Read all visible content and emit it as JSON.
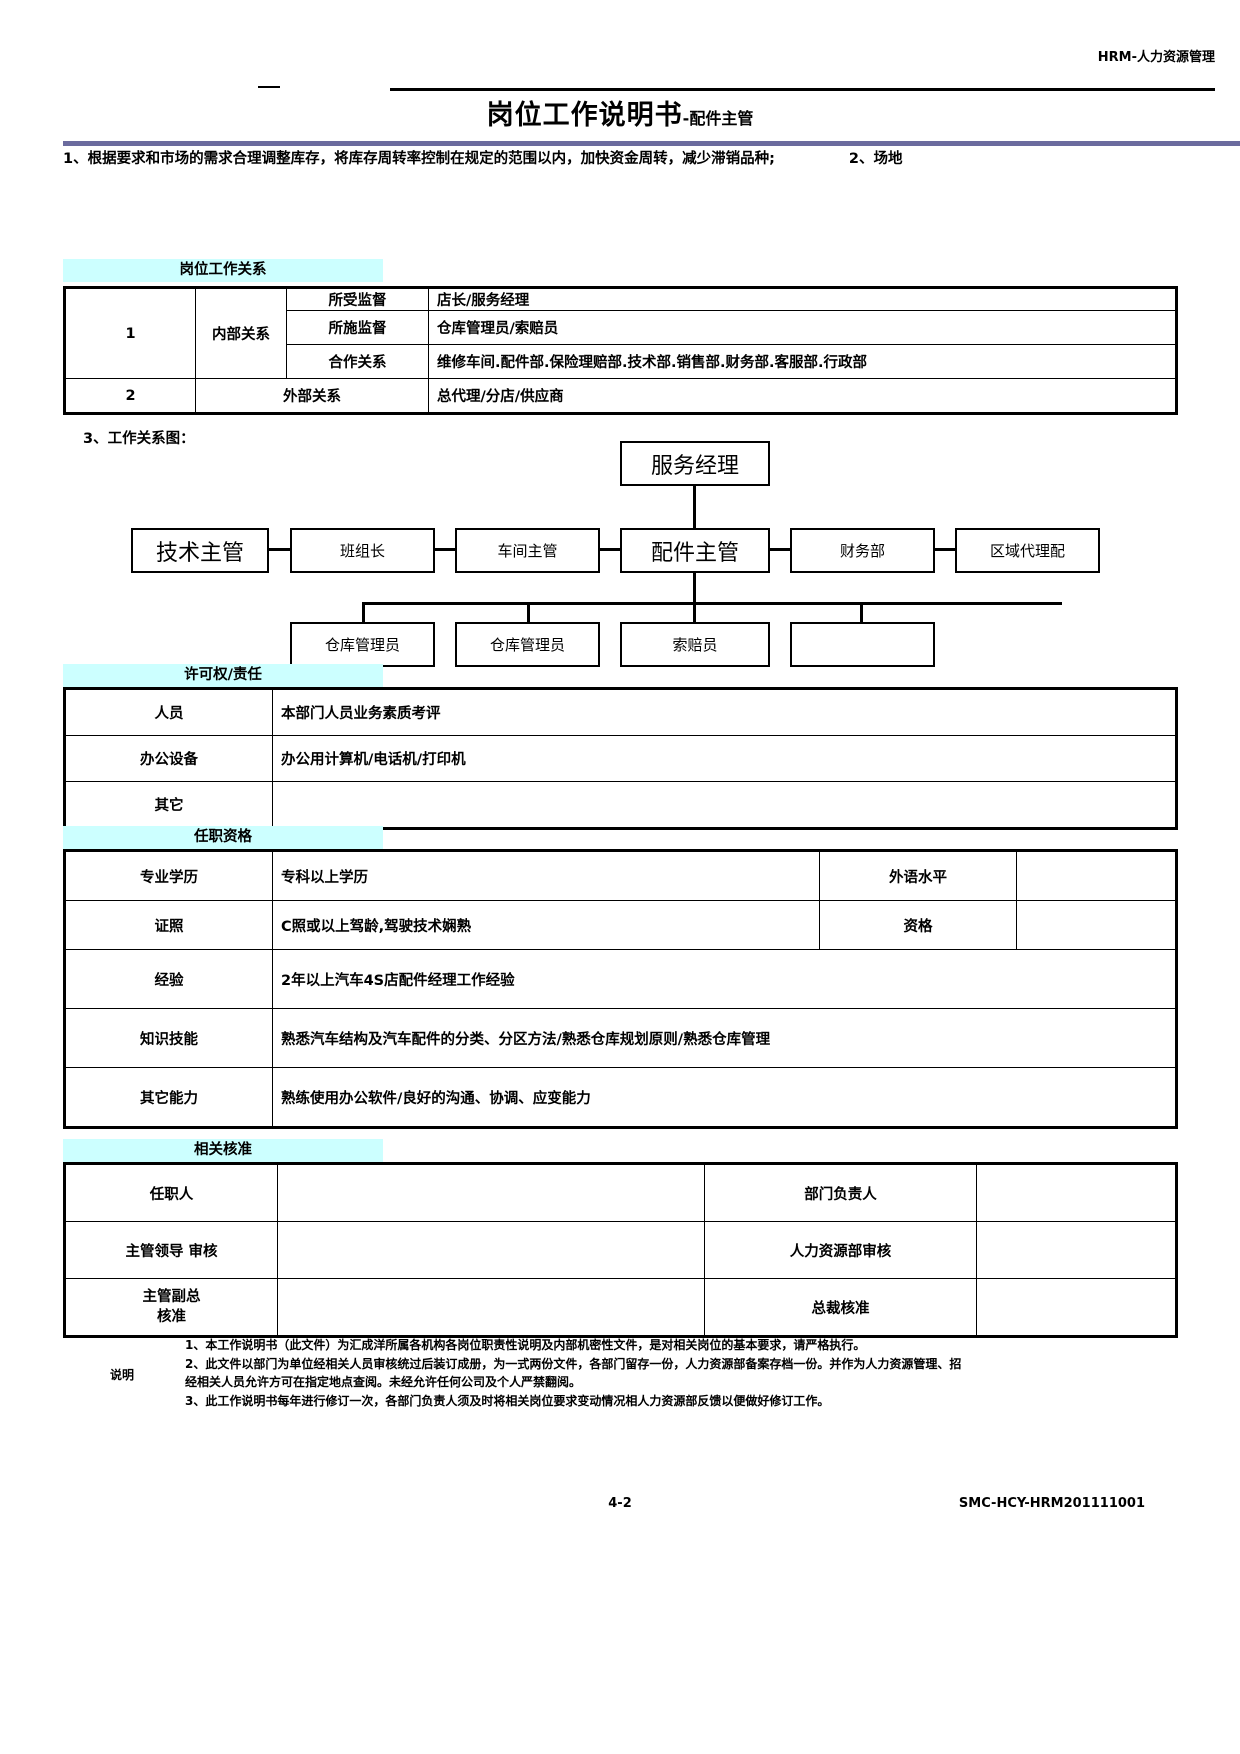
{
  "header": {
    "right_text": "HRM-人力资源管理"
  },
  "title": {
    "main": "岗位工作说明书",
    "suffix": "-配件主管"
  },
  "intro": {
    "item1": "1、根据要求和市场的需求合理调整库存，将库存周转率控制在规定的范围以内，加快资金周转，减少滞销品种;",
    "item2": "2、场地"
  },
  "sections": {
    "relations_caption": "岗位工作关系",
    "permissions_caption": "许可权/责任",
    "qualification_caption": "任职资格",
    "approval_caption": "相关核准",
    "diagram_label": "3、工作关系图："
  },
  "relations": {
    "rows": [
      {
        "no": "1",
        "group": "内部关系",
        "items": [
          {
            "key": "所受监督",
            "value": "店长/服务经理"
          },
          {
            "key": "所施监督",
            "value": "仓库管理员/索赔员"
          },
          {
            "key": "合作关系",
            "value": "维修车间.配件部.保险理赔部.技术部.销售部.财务部.客服部.行政部"
          }
        ]
      },
      {
        "no": "2",
        "group": "外部关系",
        "value": "总代理/分店/供应商"
      }
    ]
  },
  "org_chart": {
    "top": "服务经理",
    "middle": [
      "技术主管",
      "班组长",
      "车间主管",
      "配件主管",
      "财务部",
      "区域代理配"
    ],
    "bottom": [
      "仓库管理员",
      "仓库管理员",
      "索赔员",
      ""
    ]
  },
  "permissions": {
    "rows": [
      {
        "key": "人员",
        "value": "本部门人员业务素质考评"
      },
      {
        "key": "办公设备",
        "value": "办公用计算机/电话机/打印机"
      },
      {
        "key": "其它",
        "value": ""
      }
    ]
  },
  "qualification": {
    "rows": [
      {
        "key": "专业学历",
        "value": "专科以上学历",
        "key2": "外语水平",
        "value2": ""
      },
      {
        "key": "证照",
        "value": "C照或以上驾龄,驾驶技术娴熟",
        "key2": "资格",
        "value2": ""
      },
      {
        "key": "经验",
        "value": "2年以上汽车4S店配件经理工作经验"
      },
      {
        "key": "知识技能",
        "value": "熟悉汽车结构及汽车配件的分类、分区方法/熟悉仓库规划原则/熟悉仓库管理"
      },
      {
        "key": "其它能力",
        "value": "熟练使用办公软件/良好的沟通、协调、应变能力"
      }
    ]
  },
  "approval": {
    "rows": [
      {
        "left_label": "任职人",
        "left_value": "",
        "right_label": "部门负责人",
        "right_value": ""
      },
      {
        "left_label": "主管领导        审核",
        "left_value": "",
        "right_label": "人力资源部审核",
        "right_value": ""
      },
      {
        "left_label": "主管副总\n核准",
        "left_value": "",
        "right_label": "总裁核准",
        "right_value": ""
      }
    ]
  },
  "notes": {
    "label": "说明",
    "lines": [
      "1、本工作说明书（此文件）为汇成洋所属各机构各岗位职责性说明及内部机密性文件，是对相关岗位的基本要求，请严格执行。",
      "2、此文件以部门为单位经相关人员审核统过后装订成册，为一式两份文件，各部门留存一份，人力资源部备案存档一份。并作为人力资源管理、招",
      "经相关人员允许方可在指定地点查阅。未经允许任何公司及个人严禁翻阅。",
      "3、此工作说明书每年进行修订一次，各部门负责人须及时将相关岗位要求变动情况相人力资源部反馈以便做好修订工作。"
    ]
  },
  "footer": {
    "page": "4-2",
    "code": "SMC-HCY-HRM201111001"
  },
  "colors": {
    "caption_bg": "#ccffff",
    "accent_bar": "#6b6b9e"
  }
}
